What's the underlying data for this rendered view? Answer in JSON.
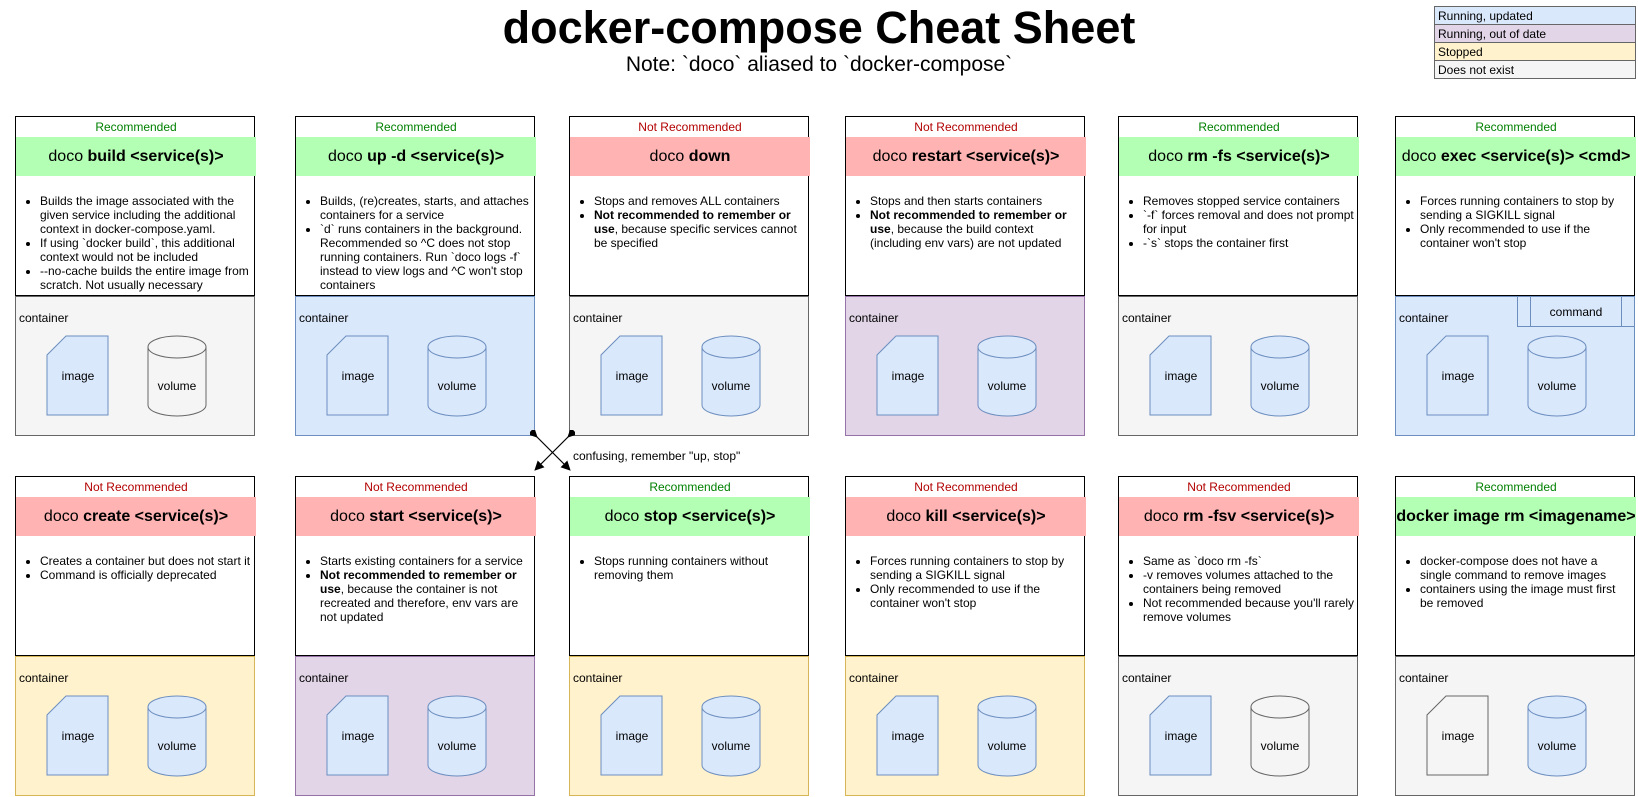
{
  "title": "docker-compose Cheat Sheet",
  "subtitle": "Note: `doco` aliased to `docker-compose`",
  "legend": [
    {
      "label": "Running, updated",
      "color": "#dae8fc",
      "border": "#6c8ebf"
    },
    {
      "label": "Running, out of date",
      "color": "#e1d5e7",
      "border": "#9673a6"
    },
    {
      "label": "Stopped",
      "color": "#fff2cc",
      "border": "#d6b656"
    },
    {
      "label": "Does not exist",
      "color": "#f5f5f5",
      "border": "#666666"
    }
  ],
  "colors": {
    "recommended_text": "#008000",
    "not_recommended_text": "#b20000",
    "recommended_bg": "#b3ffb3",
    "not_recommended_bg": "#ffb3b3"
  },
  "state_colors": {
    "running_updated": {
      "fill": "#dae8fc",
      "stroke": "#6c8ebf"
    },
    "running_out_of_date": {
      "fill": "#e1d5e7",
      "stroke": "#9673a6"
    },
    "stopped": {
      "fill": "#fff2cc",
      "stroke": "#d6b656"
    },
    "not_exist": {
      "fill": "#f5f5f5",
      "stroke": "#666666"
    },
    "image_blue": {
      "fill": "#dae8fc",
      "stroke": "#6c8ebf"
    },
    "image_none": {
      "fill": "#f5f5f5",
      "stroke": "#666666"
    }
  },
  "labels": {
    "container": "container",
    "image": "image",
    "volume": "volume",
    "command": "command"
  },
  "arrow_note": "confusing, remember \"up, stop\"",
  "cards": [
    {
      "rec_label": "Recommended",
      "recommended": true,
      "cmd_prefix": "doco ",
      "cmd_bold": "build <service(s)>",
      "bullets": [
        {
          "bold": "",
          "text": "Builds the image associated with the given service including the additional context in docker-compose.yaml."
        },
        {
          "bold": "",
          "text": "If using `docker build`, this additional context would not be included"
        },
        {
          "bold": "",
          "text": "--no-cache builds the entire image from scratch. Not usually necessary"
        }
      ],
      "container_state": "not_exist",
      "image_state": "image_blue",
      "volume_state": "not_exist",
      "has_command": false
    },
    {
      "rec_label": "Recommended",
      "recommended": true,
      "cmd_prefix": "doco ",
      "cmd_bold": "up -d <service(s)>",
      "bullets": [
        {
          "bold": "",
          "text": "Builds, (re)creates, starts, and attaches containers for a service"
        },
        {
          "bold": "",
          "text": "`d` runs containers in the background. Recommended so ^C does not stop running containers. Run `doco logs -f` instead to view logs and ^C won't stop containers"
        }
      ],
      "container_state": "running_updated",
      "image_state": "image_blue",
      "volume_state": "image_blue",
      "has_command": false
    },
    {
      "rec_label": "Not Recommended",
      "recommended": false,
      "cmd_prefix": "doco ",
      "cmd_bold": "down",
      "bullets": [
        {
          "bold": "",
          "text": "Stops and removes ALL containers"
        },
        {
          "bold": "Not recommended to remember or use",
          "text": ", because specific services cannot be specified"
        }
      ],
      "container_state": "not_exist",
      "image_state": "image_blue",
      "volume_state": "image_blue",
      "has_command": false
    },
    {
      "rec_label": "Not Recommended",
      "recommended": false,
      "cmd_prefix": "doco ",
      "cmd_bold": "restart <service(s)>",
      "bullets": [
        {
          "bold": "",
          "text": "Stops and then starts containers"
        },
        {
          "bold": "Not recommended to remember or use",
          "text": ", because the build context (including env vars) are not updated"
        }
      ],
      "container_state": "running_out_of_date",
      "image_state": "image_blue",
      "volume_state": "image_blue",
      "has_command": false
    },
    {
      "rec_label": "Recommended",
      "recommended": true,
      "cmd_prefix": "doco ",
      "cmd_bold": "rm -fs <service(s)>",
      "bullets": [
        {
          "bold": "",
          "text": "Removes stopped service containers"
        },
        {
          "bold": "",
          "text": "`-f` forces removal and does not prompt for input"
        },
        {
          "bold": "",
          "text": "-`s` stops the container first"
        }
      ],
      "container_state": "not_exist",
      "image_state": "image_blue",
      "volume_state": "image_blue",
      "has_command": false
    },
    {
      "rec_label": "Recommended",
      "recommended": true,
      "cmd_prefix": "doco ",
      "cmd_bold": "exec <service(s)> <cmd>",
      "bullets": [
        {
          "bold": "",
          "text": "Forces running containers to stop by sending a SIGKILL signal"
        },
        {
          "bold": "",
          "text": "Only recommended to use if the container won't stop"
        }
      ],
      "container_state": "running_updated",
      "image_state": "image_blue",
      "volume_state": "image_blue",
      "has_command": true
    },
    {
      "rec_label": "Not Recommended",
      "recommended": false,
      "cmd_prefix": "doco ",
      "cmd_bold": "create <service(s)>",
      "bullets": [
        {
          "bold": "",
          "text": "Creates a container but does not start it"
        },
        {
          "bold": "",
          "text": "Command is officially deprecated"
        }
      ],
      "container_state": "stopped",
      "image_state": "image_blue",
      "volume_state": "image_blue",
      "has_command": false
    },
    {
      "rec_label": "Not Recommended",
      "recommended": false,
      "cmd_prefix": "doco ",
      "cmd_bold": "start <service(s)>",
      "bullets": [
        {
          "bold": "",
          "text": "Starts existing containers for a service"
        },
        {
          "bold": "Not recommended to remember or use",
          "text": ", because the container is not recreated and therefore, env vars are not updated"
        }
      ],
      "container_state": "running_out_of_date",
      "image_state": "image_blue",
      "volume_state": "image_blue",
      "has_command": false
    },
    {
      "rec_label": "Recommended",
      "recommended": true,
      "cmd_prefix": "doco ",
      "cmd_bold": "stop <service(s)>",
      "bullets": [
        {
          "bold": "",
          "text": "Stops running containers without removing them"
        }
      ],
      "container_state": "stopped",
      "image_state": "image_blue",
      "volume_state": "image_blue",
      "has_command": false
    },
    {
      "rec_label": "Not Recommended",
      "recommended": false,
      "cmd_prefix": "doco ",
      "cmd_bold": "kill <service(s)>",
      "bullets": [
        {
          "bold": "",
          "text": "Forces running containers to stop by sending a SIGKILL signal"
        },
        {
          "bold": "",
          "text": "Only recommended to use if the container won't stop"
        }
      ],
      "container_state": "stopped",
      "image_state": "image_blue",
      "volume_state": "image_blue",
      "has_command": false
    },
    {
      "rec_label": "Not Recommended",
      "recommended": false,
      "cmd_prefix": "doco ",
      "cmd_bold": "rm -fsv <service(s)>",
      "bullets": [
        {
          "bold": "",
          "text": "Same as `doco rm -fs`"
        },
        {
          "bold": "",
          "text": "-v removes volumes attached to the containers being removed"
        },
        {
          "bold": "",
          "text": "Not recommended because you'll rarely remove volumes"
        }
      ],
      "container_state": "not_exist",
      "image_state": "image_blue",
      "volume_state": "not_exist",
      "has_command": false
    },
    {
      "rec_label": "Recommended",
      "recommended": true,
      "cmd_prefix": "",
      "cmd_bold": "docker image rm <imagename>",
      "bullets": [
        {
          "bold": "",
          "text": "docker-compose does not have a single command to remove images"
        },
        {
          "bold": "",
          "text": "containers using the image must first be removed"
        }
      ],
      "container_state": "not_exist",
      "image_state": "image_none",
      "volume_state": "image_blue",
      "has_command": false
    }
  ]
}
